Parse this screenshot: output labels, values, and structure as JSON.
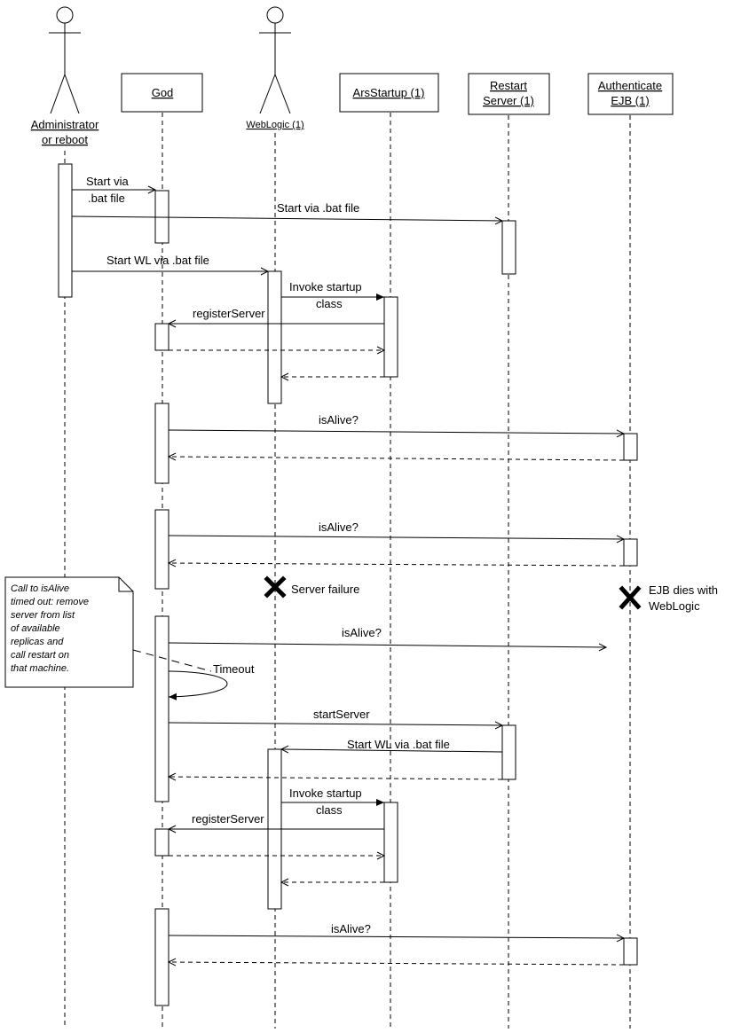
{
  "participants": {
    "administrator": {
      "line1": "Administrator",
      "line2": "or reboot"
    },
    "god": {
      "label": "God"
    },
    "weblogic": {
      "label": "WebLogic (1)"
    },
    "arsstartup": {
      "label": "ArsStartup (1)"
    },
    "restart_server": {
      "line1": "Restart",
      "line2": "Server (1)"
    },
    "authenticate_ejb": {
      "line1": "Authenticate",
      "line2": "EJB (1)"
    }
  },
  "messages": {
    "start_via_bat_1": {
      "line1": "Start via",
      "line2": ".bat file"
    },
    "start_via_bat_2": "Start via .bat file",
    "start_wl_via_bat": "Start WL via .bat file",
    "invoke_startup_1": {
      "line1": "Invoke startup",
      "line2": "class"
    },
    "register_server_1": "registerServer",
    "is_alive_1": "isAlive?",
    "is_alive_2": "isAlive?",
    "server_failure": "Server failure",
    "ejb_dies": {
      "line1": "EJB dies with",
      "line2": "WebLogic"
    },
    "is_alive_3": "isAlive?",
    "timeout": "Timeout",
    "start_server": "startServer",
    "start_wl_via_bat_2": "Start WL via .bat file",
    "invoke_startup_2": {
      "line1": "Invoke startup",
      "line2": "class"
    },
    "register_server_2": "registerServer",
    "is_alive_4": "isAlive?"
  },
  "note": {
    "lines": [
      "Call to isAlive",
      "timed out: remove",
      "server from list",
      "of available",
      "replicas and",
      "call restart on",
      "that machine."
    ]
  }
}
